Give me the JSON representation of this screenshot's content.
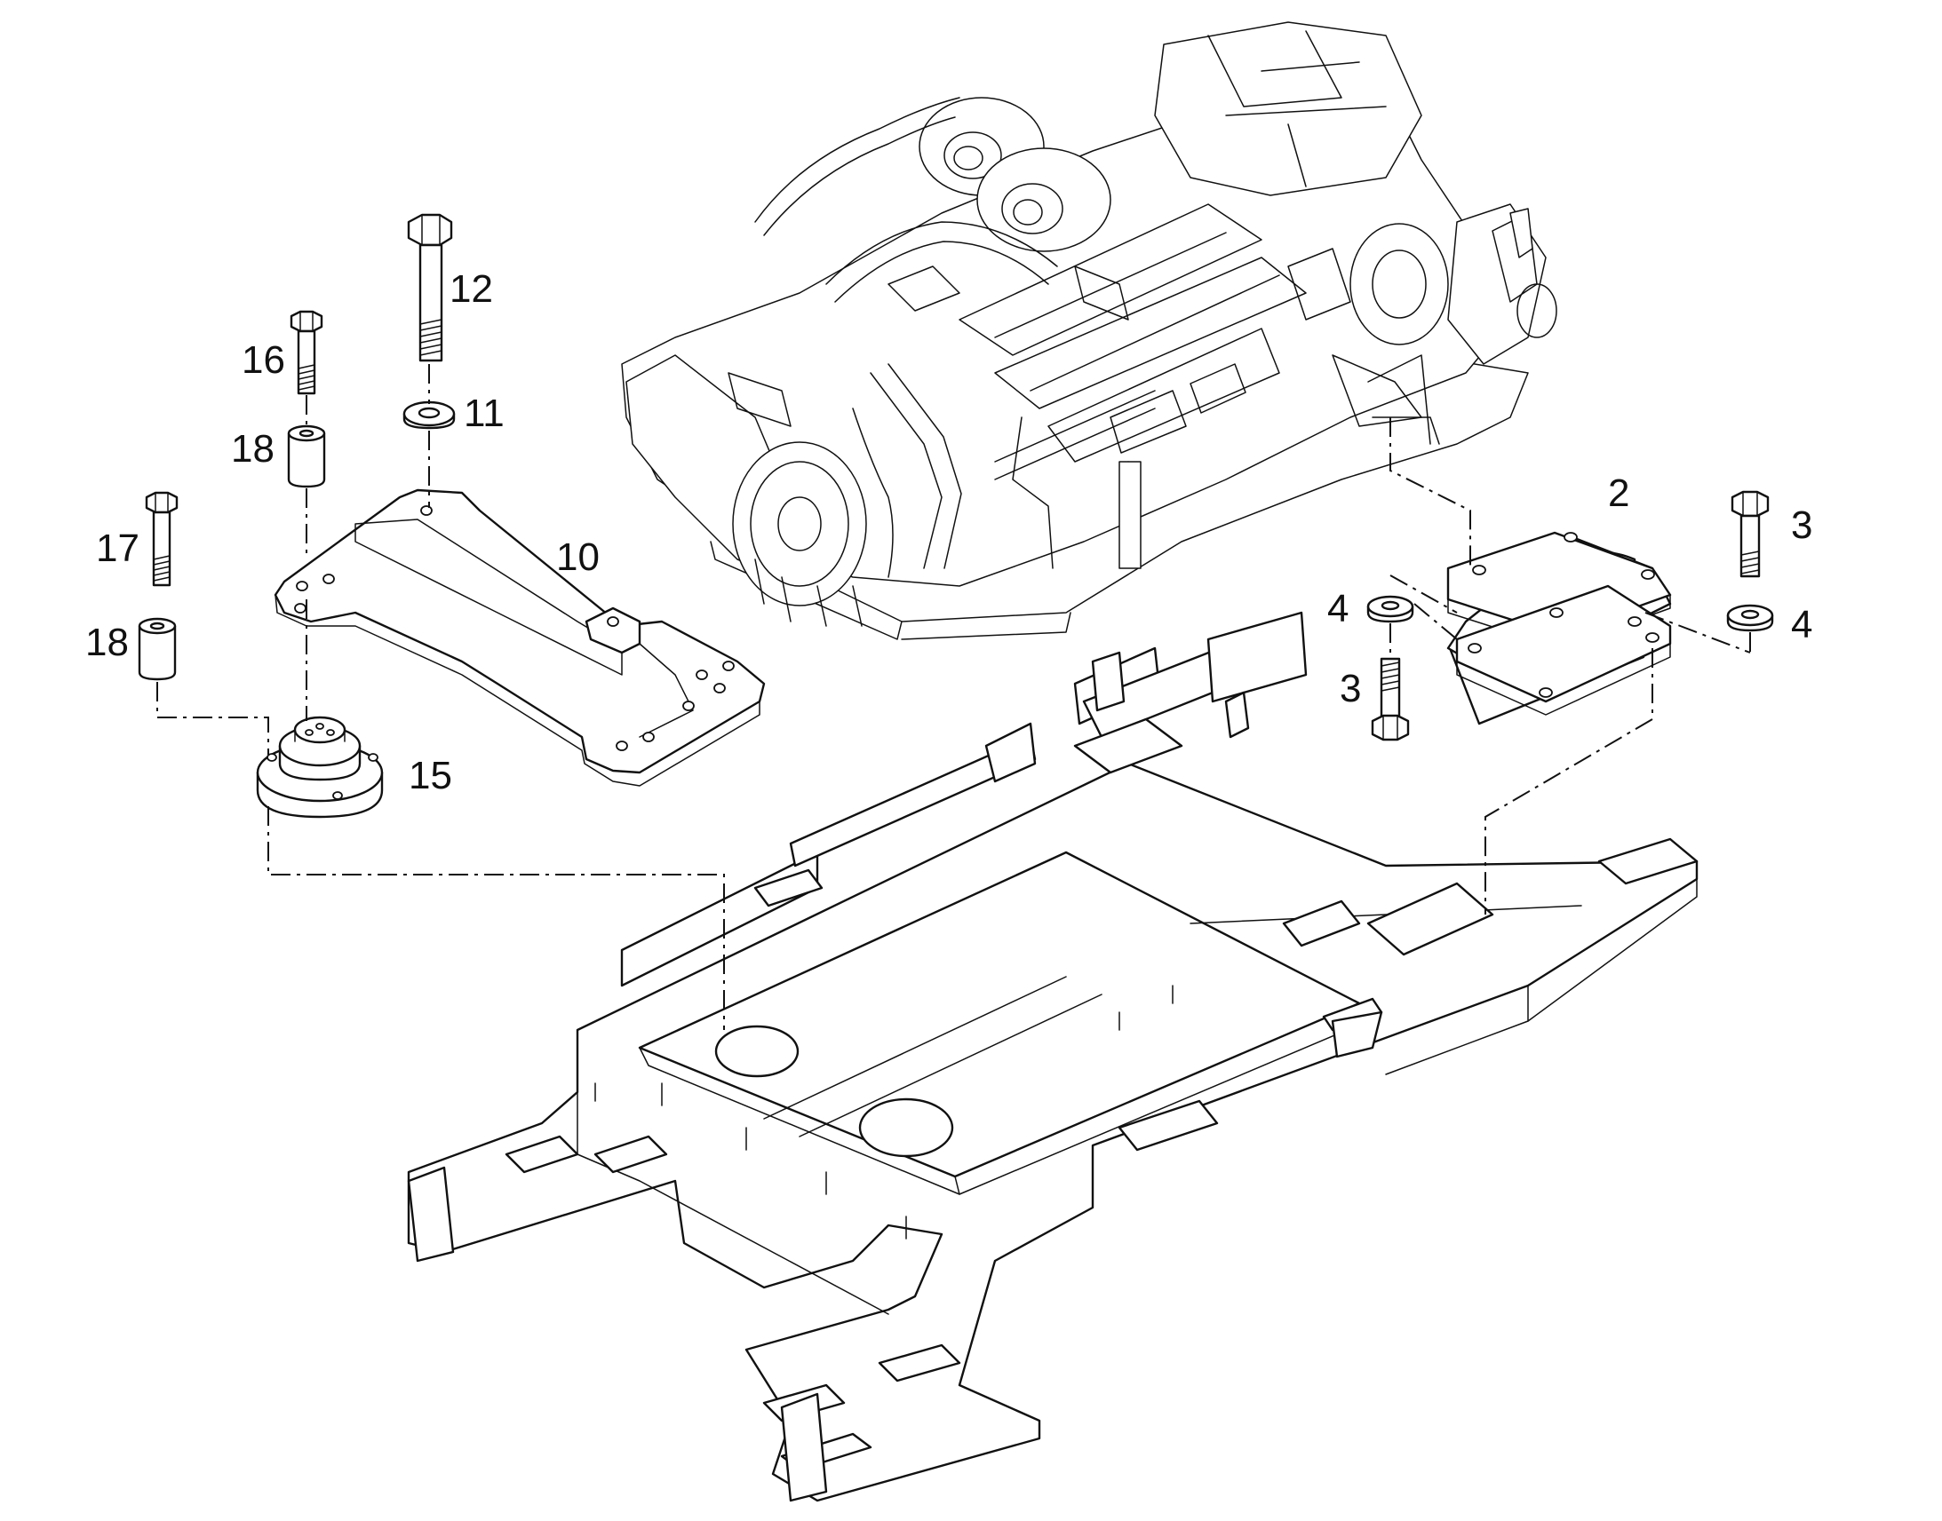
{
  "diagram": {
    "callouts": [
      {
        "id": "c-2",
        "text": "2"
      },
      {
        "id": "c-3-right",
        "text": "3"
      },
      {
        "id": "c-4-right",
        "text": "4"
      },
      {
        "id": "c-4-left",
        "text": "4"
      },
      {
        "id": "c-3-lower",
        "text": "3"
      },
      {
        "id": "c-10",
        "text": "10"
      },
      {
        "id": "c-11",
        "text": "11"
      },
      {
        "id": "c-12",
        "text": "12"
      },
      {
        "id": "c-15",
        "text": "15"
      },
      {
        "id": "c-16",
        "text": "16"
      },
      {
        "id": "c-17",
        "text": "17"
      },
      {
        "id": "c-18-upper",
        "text": "18"
      },
      {
        "id": "c-18-lower",
        "text": "18"
      }
    ]
  }
}
